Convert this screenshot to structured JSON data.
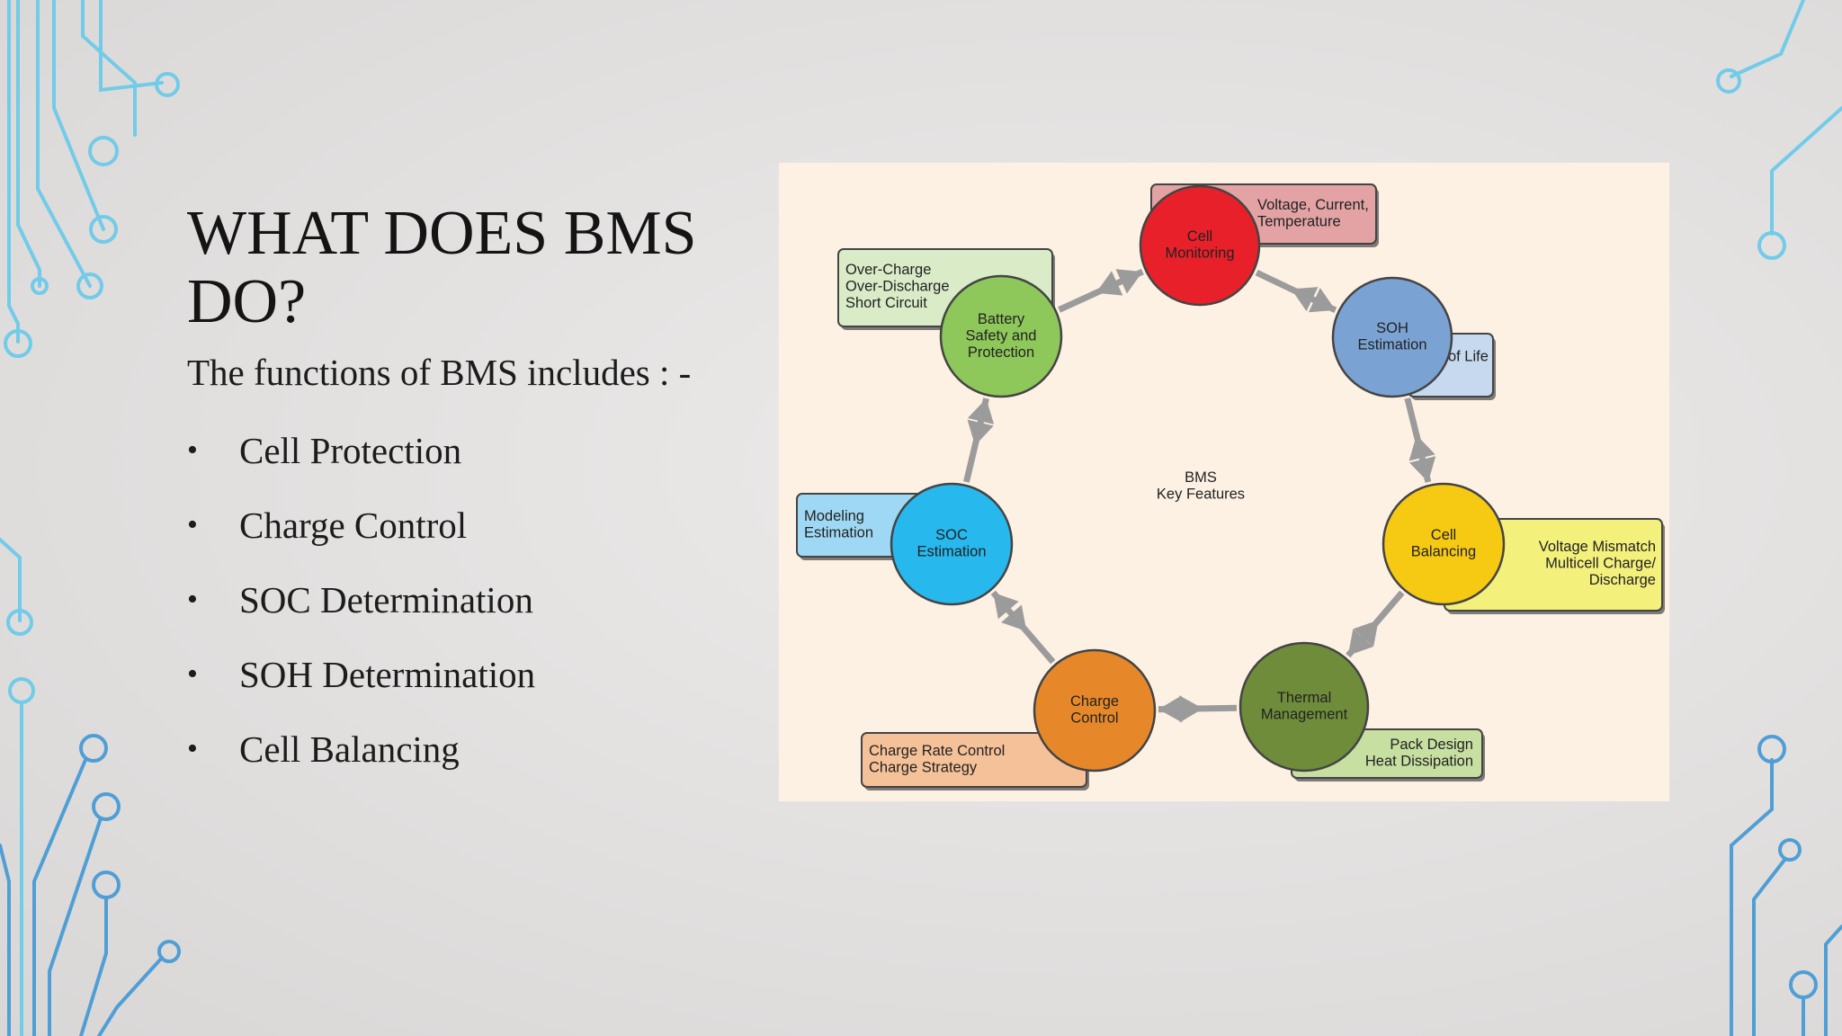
{
  "slide": {
    "title": "WHAT DOES BMS DO?",
    "intro": "The functions of  BMS includes : -",
    "bullet_glyph": "•",
    "bullets": [
      "Cell Protection",
      "Charge Control",
      "SOC Determination",
      "SOH Determination",
      "Cell Balancing"
    ]
  },
  "diagram": {
    "center": [
      "BMS",
      "Key Features"
    ],
    "nodes": [
      {
        "name": "cell-monitoring",
        "lines": [
          "Cell",
          "Monitoring"
        ],
        "color": "#e8202a",
        "note_color": "#e3a3a5",
        "note": [
          "Voltage, Current,",
          "Temperature"
        ]
      },
      {
        "name": "soh-estimation",
        "lines": [
          "SOH",
          "Estimation"
        ],
        "color": "#7aa3d3",
        "note_color": "#c6d9ef",
        "note": [
          "End of Life"
        ]
      },
      {
        "name": "cell-balancing",
        "lines": [
          "Cell",
          "Balancing"
        ],
        "color": "#f6c913",
        "note_color": "#f4f07c",
        "note": [
          "Voltage Mismatch",
          "Multicell Charge/",
          "Discharge"
        ]
      },
      {
        "name": "thermal-management",
        "lines": [
          "Thermal",
          "Management"
        ],
        "color": "#6e8c3a",
        "note_color": "#c7dfa1",
        "note": [
          "Pack Design",
          "Heat Dissipation"
        ]
      },
      {
        "name": "charge-control",
        "lines": [
          "Charge",
          "Control"
        ],
        "color": "#e6882a",
        "note_color": "#f5c198",
        "note": [
          "Charge Rate Control",
          "Charge Strategy"
        ]
      },
      {
        "name": "soc-estimation",
        "lines": [
          "SOC",
          "Estimation"
        ],
        "color": "#27b8ee",
        "note_color": "#9fd8f4",
        "note": [
          "Modeling",
          "Estimation"
        ]
      },
      {
        "name": "battery-safety",
        "lines": [
          "Battery",
          "Safety and",
          "Protection"
        ],
        "color": "#8ec75a",
        "note_color": "#d9ecc7",
        "note": [
          "Over-Charge",
          "Over-Discharge",
          "Short Circuit"
        ]
      }
    ],
    "colors": {
      "arrow": "#9b9b9b",
      "outline": "#444444",
      "accent_circuit": "#5fc3e8"
    }
  }
}
